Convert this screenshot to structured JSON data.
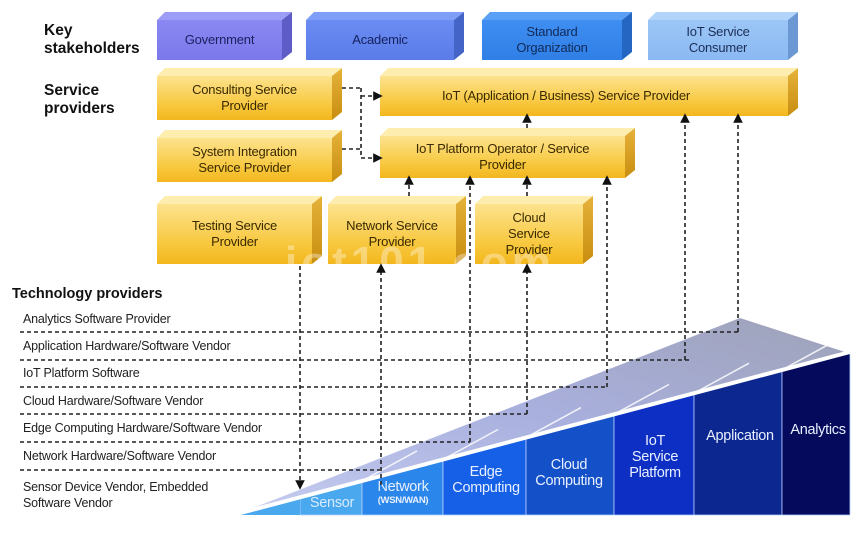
{
  "sections": {
    "key_stakeholders": "Key\nstakeholders",
    "service_providers": "Service\nproviders",
    "technology_providers": "Technology providers"
  },
  "stakeholders": [
    {
      "id": "government",
      "label": "Government",
      "color": "#7b79ea"
    },
    {
      "id": "academic",
      "label": "Academic",
      "color": "#5a7ce8"
    },
    {
      "id": "standard-organization",
      "label": "Standard\nOrganization",
      "color": "#2f7fe6"
    },
    {
      "id": "iot-service-consumer",
      "label": "IoT Service\nConsumer",
      "color": "#8ab9f2"
    }
  ],
  "service_providers": [
    {
      "id": "consulting",
      "label": "Consulting Service\nProvider"
    },
    {
      "id": "iot-application-business",
      "label": "IoT (Application / Business) Service Provider"
    },
    {
      "id": "system-integration",
      "label": "System Integration\nService Provider"
    },
    {
      "id": "iot-platform-operator",
      "label": "IoT Platform Operator / Service\nProvider"
    },
    {
      "id": "testing",
      "label": "Testing Service\nProvider"
    },
    {
      "id": "network",
      "label": "Network Service\nProvider"
    },
    {
      "id": "cloud",
      "label": "Cloud\nService\nProvider"
    }
  ],
  "technology_providers": [
    "Analytics Software Provider",
    "Application Hardware/Software Vendor",
    "IoT Platform Software",
    "Cloud Hardware/Software Vendor",
    "Edge Computing Hardware/Software Vendor",
    "Network Hardware/Software Vendor",
    "Sensor Device Vendor, Embedded\nSoftware Vendor"
  ],
  "layers": [
    {
      "id": "sensor",
      "label": "Sensor",
      "sub": "",
      "color": "#4aa8ee"
    },
    {
      "id": "network",
      "label": "Network",
      "sub": "(WSN/WAN)",
      "color": "#2a86ea"
    },
    {
      "id": "edge-computing",
      "label": "Edge\nComputing",
      "sub": "",
      "color": "#1560e6"
    },
    {
      "id": "cloud-computing",
      "label": "Cloud\nComputing",
      "sub": "",
      "color": "#1450c8"
    },
    {
      "id": "iot-service-platform",
      "label": "IoT\nService\nPlatform",
      "sub": "",
      "color": "#0d2fc4"
    },
    {
      "id": "application",
      "label": "Application",
      "sub": "",
      "color": "#0c2890"
    },
    {
      "id": "analytics",
      "label": "Analytics",
      "sub": "",
      "color": "#050a5c"
    }
  ],
  "watermark": "iot101.com"
}
